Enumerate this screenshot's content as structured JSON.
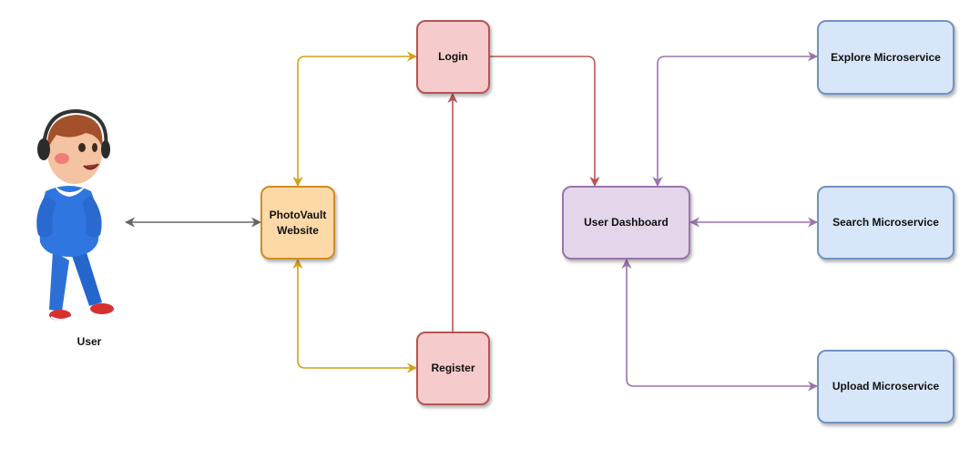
{
  "diagram": {
    "user_label": "User",
    "nodes": {
      "website": "PhotoVault\nWebsite",
      "login": "Login",
      "register": "Register",
      "dashboard": "User Dashboard",
      "explore": "Explore Microservice",
      "search": "Search Microservice",
      "upload": "Upload Microservice"
    },
    "colors": {
      "orange": "#d4a017",
      "red": "#b85454",
      "purple": "#9a74ab",
      "gray": "#666666"
    }
  }
}
